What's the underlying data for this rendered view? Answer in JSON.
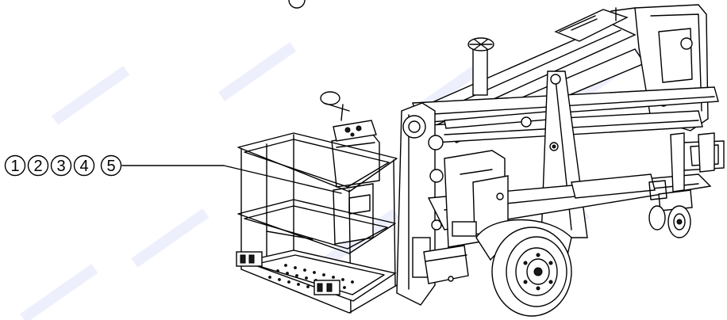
{
  "callouts": [
    {
      "label": "1"
    },
    {
      "label": "2"
    },
    {
      "label": "3"
    },
    {
      "label": "4"
    },
    {
      "label": "5"
    }
  ],
  "colors": {
    "line": "#000000",
    "background": "#ffffff",
    "watermark": "#c9cdf4"
  }
}
